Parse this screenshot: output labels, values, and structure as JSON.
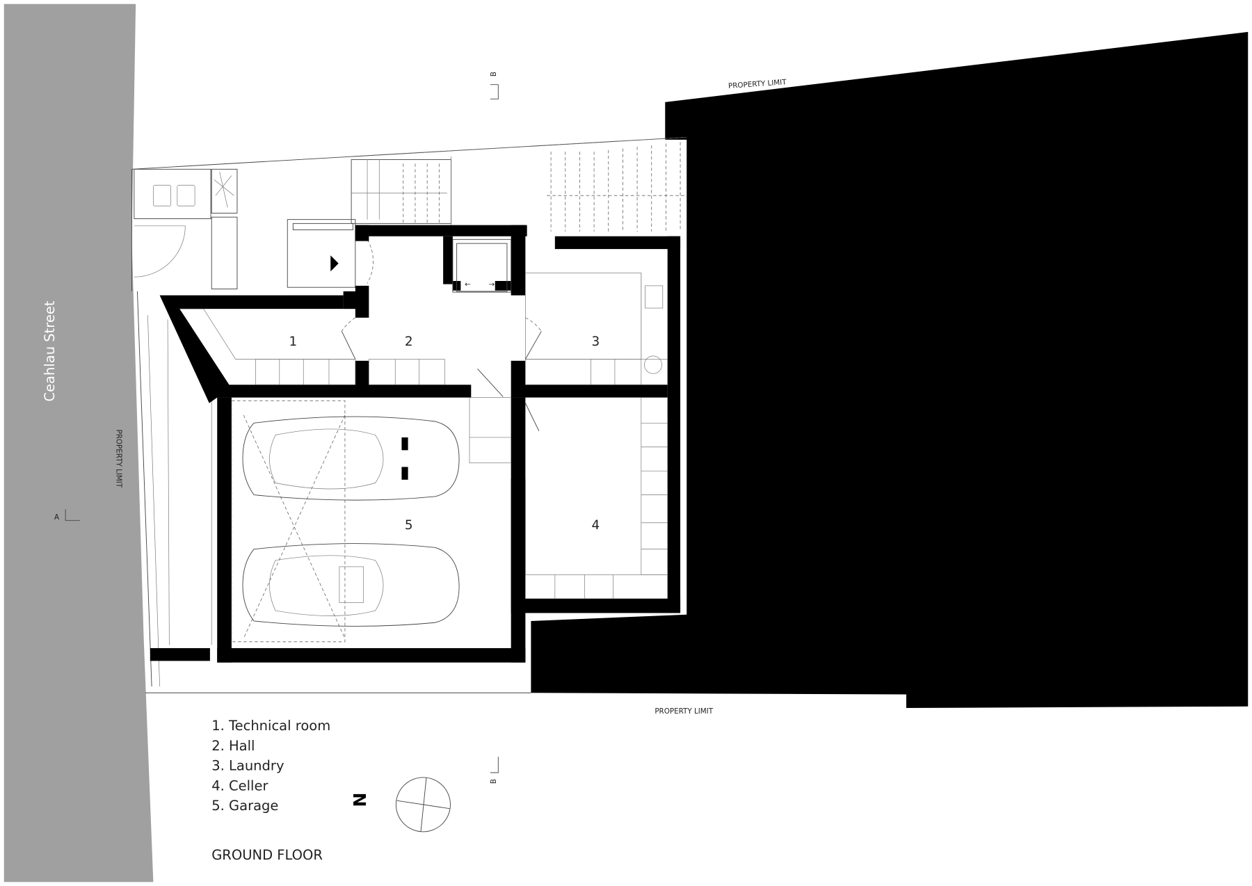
{
  "street": {
    "name": "Ceahlau Street",
    "color": "#a0a0a0"
  },
  "property_limits": {
    "top": "PROPERTY LIMIT",
    "left": "PROPERTY LIMIT",
    "bottom": "PROPERTY LIMIT"
  },
  "sections": {
    "a": "A",
    "b_top": "B",
    "b_bottom": "B"
  },
  "rooms": [
    {
      "number": "1",
      "name": "Technical room"
    },
    {
      "number": "2",
      "name": "Hall"
    },
    {
      "number": "3",
      "name": "Laundry"
    },
    {
      "number": "4",
      "name": "Celler"
    },
    {
      "number": "5",
      "name": "Garage"
    }
  ],
  "legend": [
    "1. Technical room",
    "2. Hall",
    "3. Laundry",
    "4. Celler",
    "5. Garage"
  ],
  "north": "N",
  "floor_title": "GROUND FLOOR",
  "colors": {
    "wall": "#000000",
    "neighbor": "#000000",
    "street": "#a0a0a0"
  }
}
